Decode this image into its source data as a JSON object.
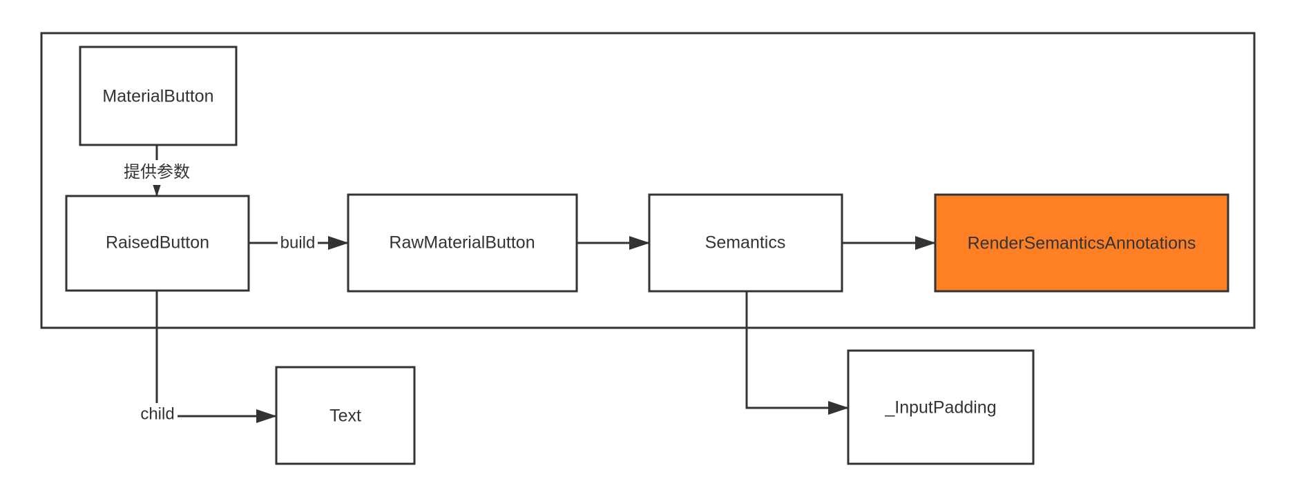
{
  "diagram": {
    "colors": {
      "stroke": "#333333",
      "highlight_fill": "#FF7F24",
      "node_fill": "#FFFFFF"
    },
    "nodes": {
      "material_button": "MaterialButton",
      "raised_button": "RaisedButton",
      "raw_material_button": "RawMaterialButton",
      "semantics": "Semantics",
      "render_semantics_annotations": "RenderSemanticsAnnotations",
      "text": "Text",
      "input_padding": "_InputPadding"
    },
    "edges": {
      "provide_params": "提供参数",
      "build": "build",
      "child": "child"
    }
  }
}
